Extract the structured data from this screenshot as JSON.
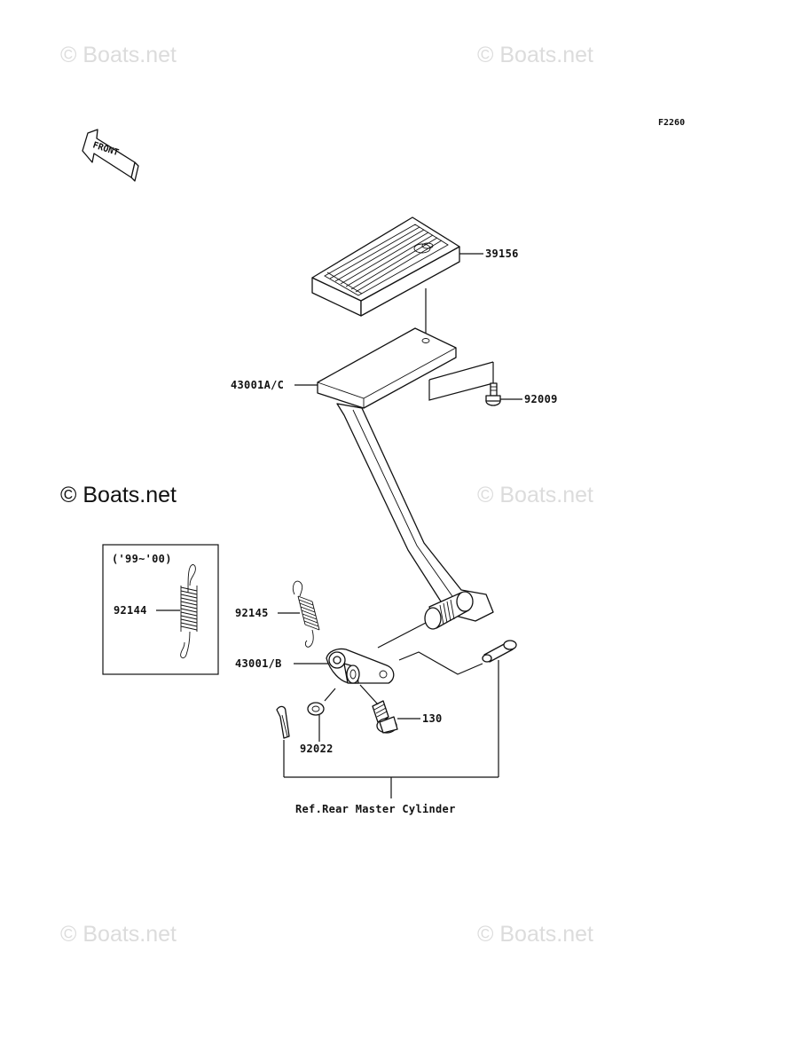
{
  "watermarks": {
    "top_left": "© Boats.net",
    "top_right": "© Boats.net",
    "mid_left": "© Boats.net",
    "mid_right": "© Boats.net",
    "bottom_left": "© Boats.net",
    "bottom_right": "© Boats.net"
  },
  "figure_code": "F2260",
  "front_arrow_label": "FRONT",
  "parts": {
    "pedal_pad": "39156",
    "pedal": "43001A/C",
    "bolt_pedal": "92009",
    "spring_right": "92145",
    "lever": "43001/B",
    "washer": "92022",
    "bolt_lever": "130",
    "spring_inset": "92144"
  },
  "inset_title": "('99~'00)",
  "reference_note": "Ref.Rear Master Cylinder"
}
